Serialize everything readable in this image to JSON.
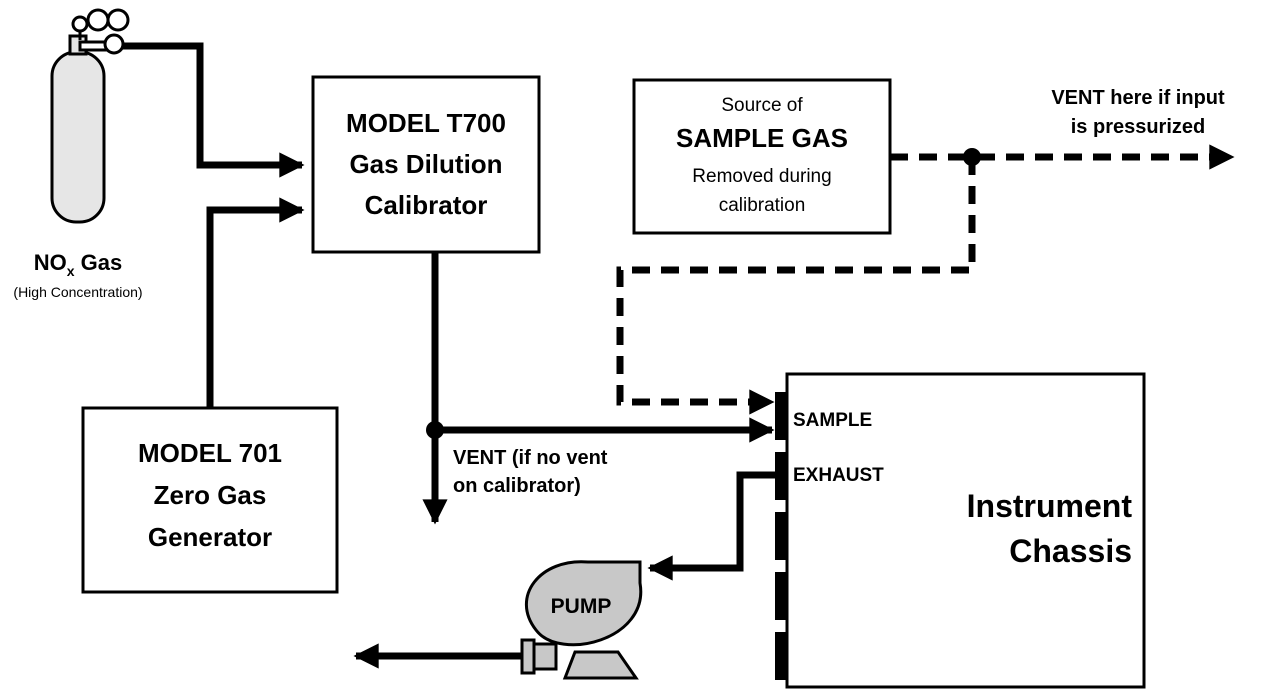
{
  "gas_cylinder": {
    "formula_main": "NO",
    "formula_sub": "x",
    "formula_rest": " Gas",
    "note": "(High Concentration)"
  },
  "calibrator": {
    "line1": "MODEL T700",
    "line2": "Gas Dilution",
    "line3": "Calibrator"
  },
  "zero_gas_generator": {
    "line1": "MODEL 701",
    "line2": "Zero Gas",
    "line3": "Generator"
  },
  "sample_source": {
    "line1": "Source of",
    "line2": "SAMPLE GAS",
    "line3": "Removed during",
    "line4": "calibration"
  },
  "vent_pressurized": {
    "line1": "VENT here if input",
    "line2": "is pressurized"
  },
  "vent_calibrator": {
    "line1": "VENT (if no vent",
    "line2": "on calibrator)"
  },
  "instrument": {
    "sample_port": "SAMPLE",
    "exhaust_port": "EXHAUST",
    "title_line1": "Instrument",
    "title_line2": "Chassis"
  },
  "pump": {
    "label": "PUMP",
    "color": "#c8c8c8"
  }
}
